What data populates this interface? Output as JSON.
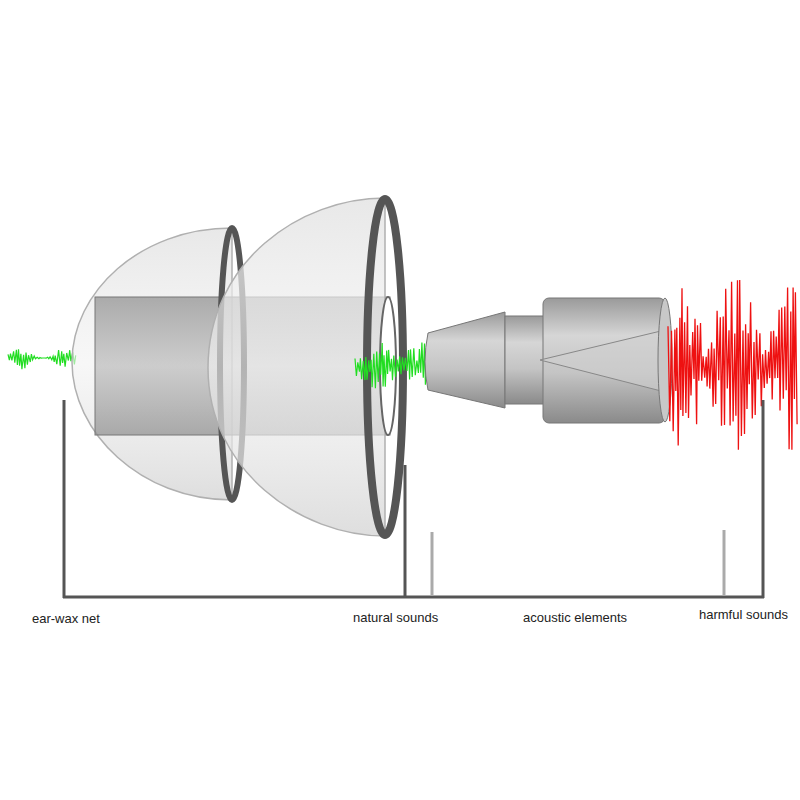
{
  "diagram": {
    "labels": [
      "ear-wax net",
      "natural sounds",
      "acoustic elements",
      "harmful sounds"
    ]
  }
}
